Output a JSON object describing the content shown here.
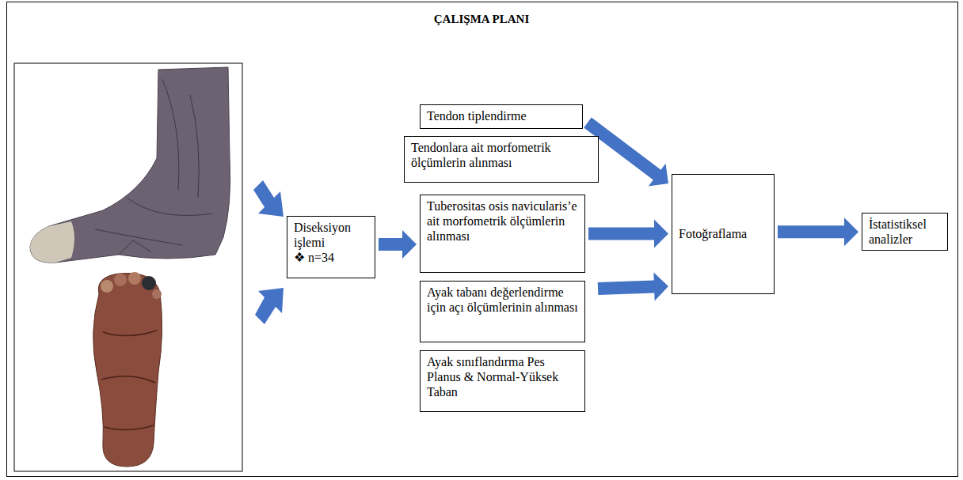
{
  "diagram": {
    "title": "ÇALIŞMA PLANI",
    "nodes": [
      {
        "text": [
          "Diseksiyon işlemi",
          "❖ n=34"
        ]
      },
      {
        "text": [
          "Tendon tiplendirme"
        ]
      },
      {
        "text": [
          "Tendonlara ait morfometrik ölçümlerin alınması"
        ]
      },
      {
        "text": [
          "Tuberositas osis navicularis’e ait morfometrik ölçümlerin alınması"
        ]
      },
      {
        "text": [
          "Ayak tabanı değerlendirme için açı ölçümlerinin alınması"
        ]
      },
      {
        "text": [
          "Ayak sınıflandırma Pes Planus & Normal-Yüksek Taban"
        ]
      },
      {
        "text": [
          "Fotoğraflama"
        ]
      },
      {
        "text": [
          "İstatistiksel analizler"
        ]
      }
    ],
    "edges": [
      {
        "from": 0,
        "to": 3,
        "arrow": "to"
      },
      {
        "from": 1,
        "to": 6,
        "arrow": "to"
      },
      {
        "from": 3,
        "to": 6,
        "arrow": "to"
      },
      {
        "from": 4,
        "to": 6,
        "arrow": "to"
      },
      {
        "from": 6,
        "to": 7,
        "arrow": "to"
      }
    ]
  }
}
